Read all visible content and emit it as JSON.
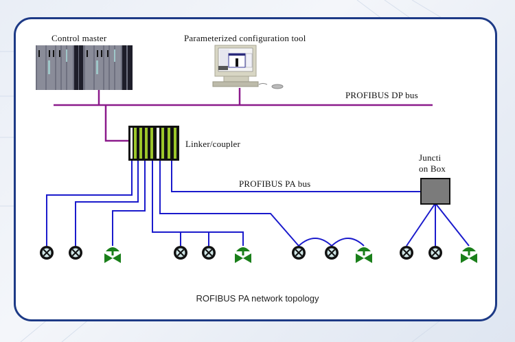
{
  "diagram": {
    "title": "ROFIBUS PA network topology",
    "nodes": {
      "control_master": {
        "label": "Control master"
      },
      "config_tool": {
        "label": "Parameterized configuration tool"
      },
      "linker": {
        "label": "Linker/coupler"
      },
      "junction_box": {
        "label_line1": "Juncti",
        "label_line2": "on Box"
      }
    },
    "buses": {
      "dp_bus": {
        "label": "PROFIBUS DP bus"
      },
      "pa_bus": {
        "label": "PROFIBUS PA bus"
      }
    },
    "devices": [
      {
        "type": "transmitter",
        "group": "direct"
      },
      {
        "type": "transmitter",
        "group": "direct"
      },
      {
        "type": "valve",
        "group": "direct"
      },
      {
        "type": "transmitter",
        "group": "tree"
      },
      {
        "type": "transmitter",
        "group": "tree"
      },
      {
        "type": "valve",
        "group": "tree"
      },
      {
        "type": "transmitter",
        "group": "daisy-chain"
      },
      {
        "type": "transmitter",
        "group": "daisy-chain"
      },
      {
        "type": "valve",
        "group": "daisy-chain"
      },
      {
        "type": "transmitter",
        "group": "junction-box"
      },
      {
        "type": "transmitter",
        "group": "junction-box"
      },
      {
        "type": "valve",
        "group": "junction-box"
      }
    ],
    "colors": {
      "dp_bus": "#8b1a8b",
      "pa_bus": "#1a1acc",
      "valve": "#1a7f1a",
      "frame": "#1d3a86"
    }
  }
}
